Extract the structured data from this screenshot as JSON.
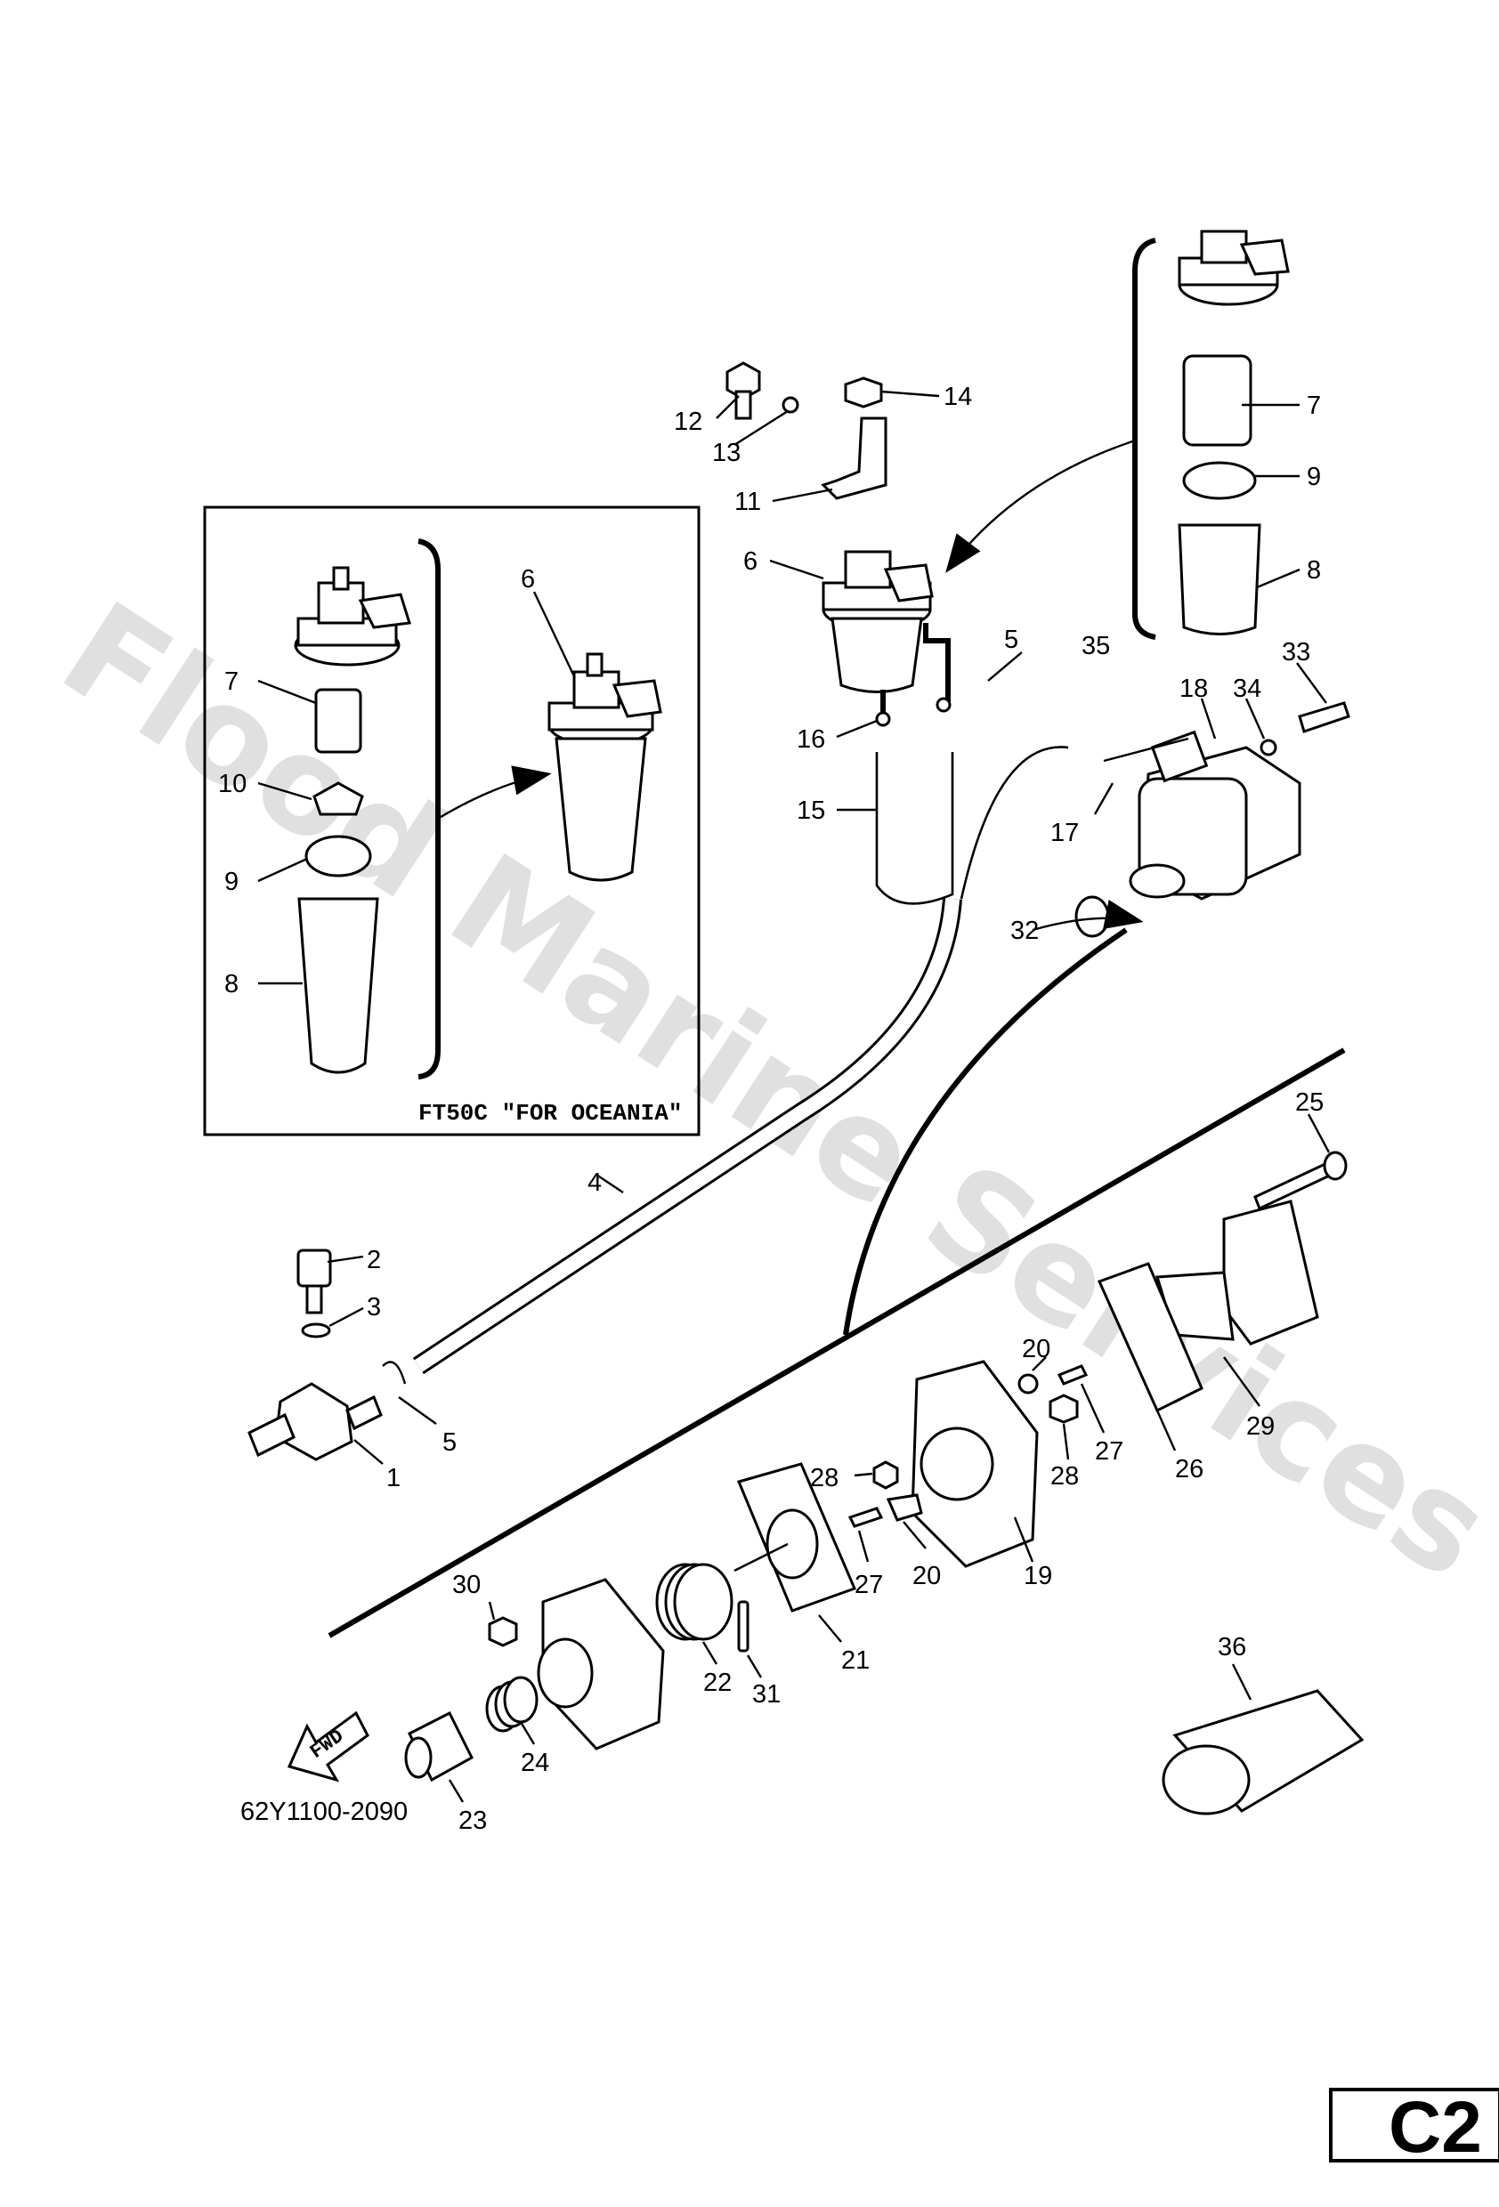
{
  "watermark": "Flood Marine Services",
  "inset": {
    "label": "FT50C \"FOR OCEANIA\""
  },
  "drawing_code": "62Y1100-2090",
  "fwd_label": "FWD",
  "page_tab": "C2",
  "callouts": {
    "n1": "1",
    "n2": "2",
    "n3": "3",
    "n4": "4",
    "n5a": "5",
    "n5b": "5",
    "n6a": "6",
    "n6b": "6",
    "n7a": "7",
    "n7b": "7",
    "n8a": "8",
    "n8b": "8",
    "n9a": "9",
    "n9b": "9",
    "n10": "10",
    "n11": "11",
    "n12": "12",
    "n13": "13",
    "n14": "14",
    "n15": "15",
    "n16": "16",
    "n17": "17",
    "n18": "18",
    "n19": "19",
    "n20a": "20",
    "n20b": "20",
    "n21": "21",
    "n22": "22",
    "n23": "23",
    "n24": "24",
    "n25": "25",
    "n26": "26",
    "n27a": "27",
    "n27b": "27",
    "n28a": "28",
    "n28b": "28",
    "n29": "29",
    "n30": "30",
    "n31": "31",
    "n32": "32",
    "n33": "33",
    "n34": "34",
    "n35": "35",
    "n36": "36"
  }
}
